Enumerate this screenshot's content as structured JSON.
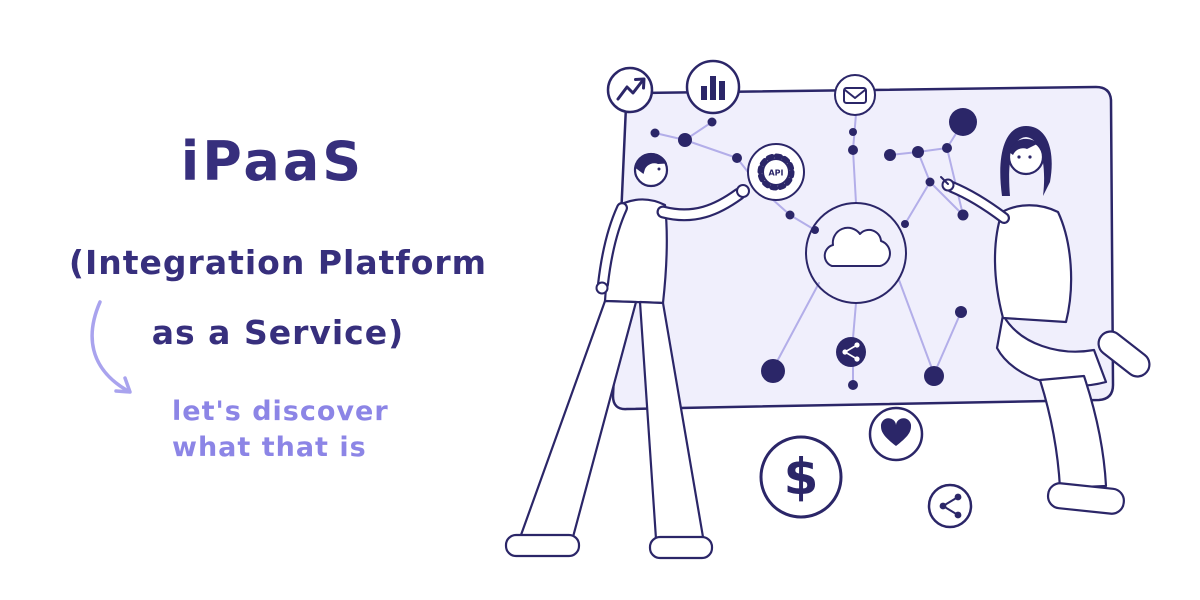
{
  "page": {
    "background": "#ffffff",
    "accent_dark": "#2b2668",
    "accent_title": "#372f7d",
    "accent_light": "#8c85e6",
    "network_line": "#b3aee9",
    "board_fill": "#f0effc"
  },
  "headline": {
    "title": "iPaaS",
    "subtitle_line1": "(Integration Platform",
    "subtitle_line2": "as a Service)",
    "tagline_line1": "let's discover",
    "tagline_line2": "what that is"
  },
  "illustration": {
    "api_label": "API",
    "dollar_symbol": "$",
    "icons": [
      "trend-line-icon",
      "bar-chart-icon",
      "email-icon",
      "api-gear-icon",
      "cloud-icon",
      "share-icon",
      "heart-icon",
      "dollar-icon",
      "share-icon-bottom"
    ],
    "scene": "two people at a whiteboard with a connected network diagram around a central cloud"
  }
}
